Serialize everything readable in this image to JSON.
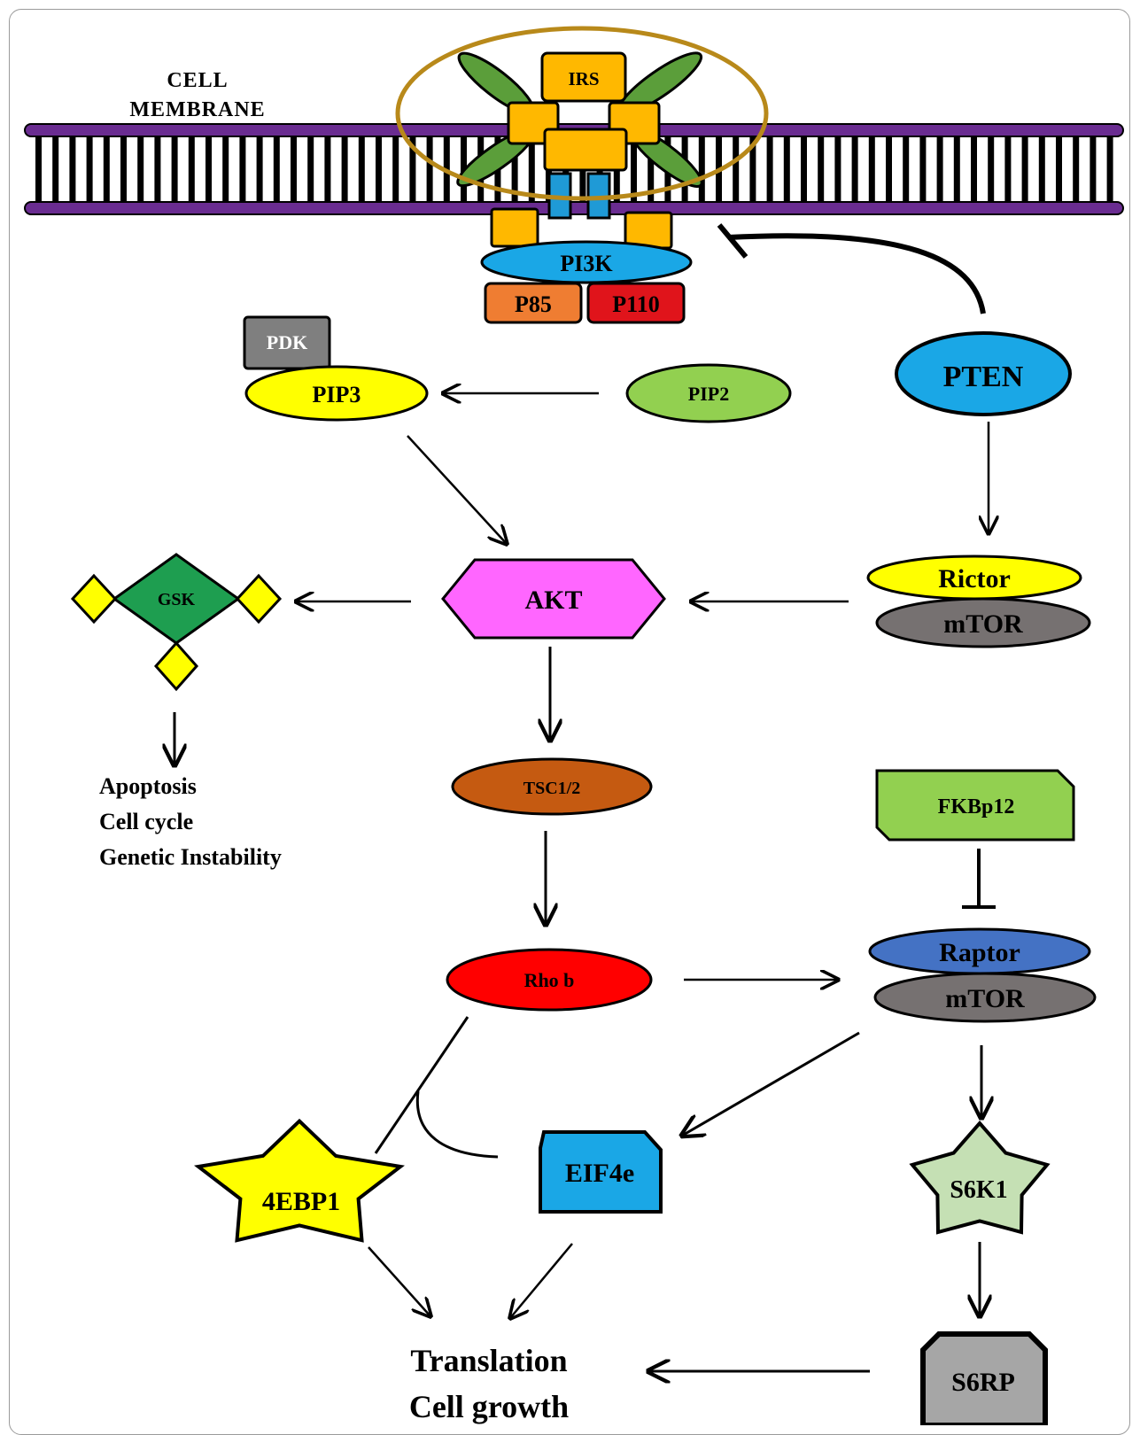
{
  "membrane": {
    "label_line1": "CELL",
    "label_line2": "MEMBRANE"
  },
  "receptor": {
    "irs": "IRS",
    "pi3k": "PI3K",
    "p85": "P85",
    "p110": "P110"
  },
  "nodes": {
    "pdk": "PDK",
    "pip3": "PIP3",
    "pip2": "PIP2",
    "pten": "PTEN",
    "akt": "AKT",
    "gsk": "GSK",
    "rictor": "Rictor",
    "mtor_top": "mTOR",
    "tsc": "TSC1/2",
    "fkbp12": "FKBp12",
    "rhob": "Rho b",
    "raptor": "Raptor",
    "mtor_bottom": "mTOR",
    "ebp1": "4EBP1",
    "eif4e": "EIF4e",
    "s6k1": "S6K1",
    "s6rp": "S6RP"
  },
  "outcomes": {
    "gsk_effects": [
      "Apoptosis",
      "Cell cycle",
      "Genetic Instability"
    ],
    "translation": [
      "Translation",
      "Cell growth"
    ]
  },
  "colors": {
    "membrane_purple": "#6a2c91",
    "receptor_orange": "#ffb800",
    "receptor_blue": "#1f9ad6",
    "ligand_green": "#5b9e3a",
    "ring_gold": "#b8891a",
    "pi3k_blue": "#1aa7e6",
    "p85_orange": "#ef7d32",
    "p110_red": "#e0141b",
    "pdk_gray": "#7f7f7f",
    "pip3_yellow": "#ffff00",
    "pip2_green": "#92d050",
    "pten_blue": "#1aa7e6",
    "akt_magenta": "#ff66ff",
    "gsk_green": "#1e9e50",
    "diamond_yellow": "#ffff00",
    "rictor_yellow": "#ffff00",
    "mtor_gray": "#767171",
    "tsc_brown": "#c55a11",
    "fkbp_green": "#92d050",
    "rhob_red": "#ff0000",
    "raptor_blue": "#4472c4",
    "ebp1_yellow": "#ffff00",
    "eif4e_blue": "#1aa7e6",
    "s6k1_green": "#c5e0b4",
    "s6rp_gray": "#a6a6a6"
  }
}
